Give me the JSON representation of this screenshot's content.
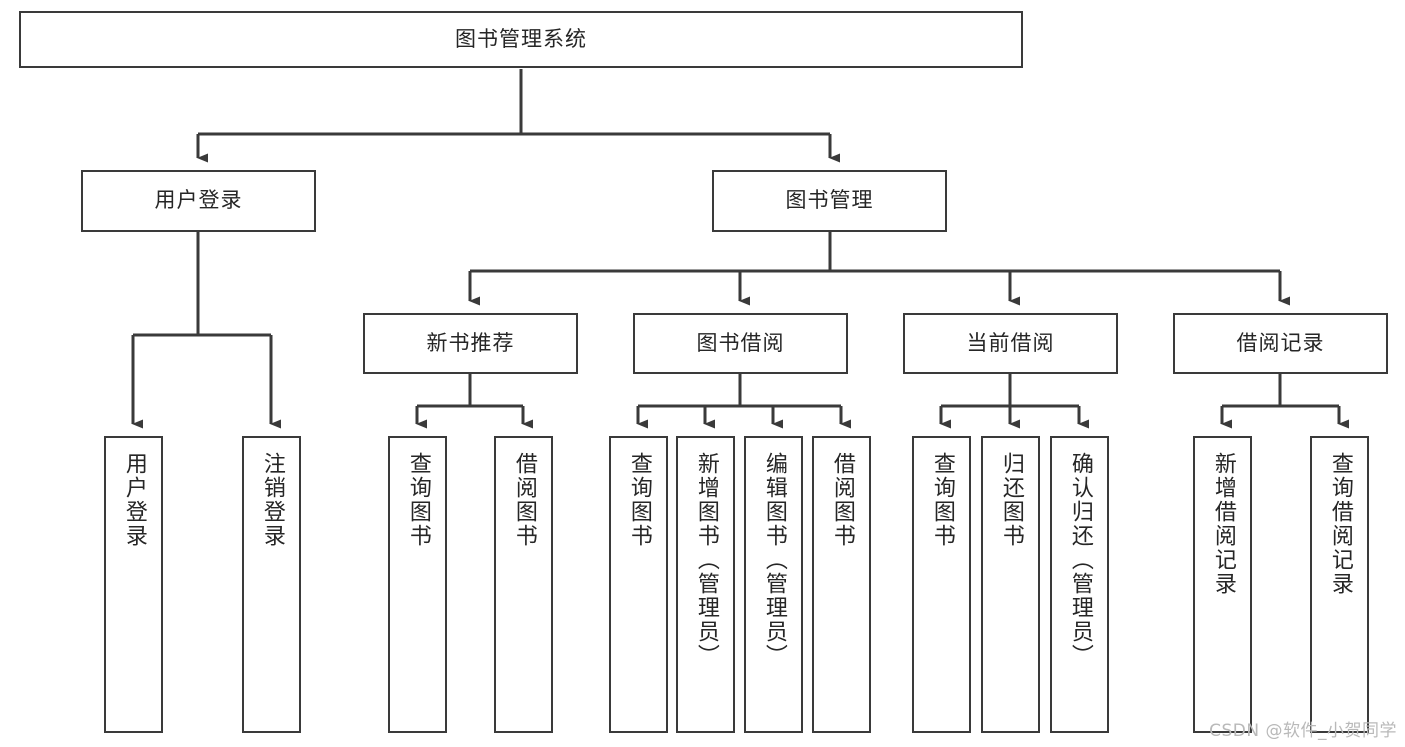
{
  "diagram": {
    "title": "图书管理系统",
    "watermark": "CSDN @软件_小贺同学",
    "colors": {
      "box_border": "#3a3a3a",
      "edge": "#3a3a3a",
      "text": "#262626",
      "background": "#ffffff",
      "watermark": "#b9b9b9"
    },
    "root": {
      "label": "图书管理系统"
    },
    "level2": [
      {
        "label": "用户登录"
      },
      {
        "label": "图书管理"
      }
    ],
    "level3": [
      {
        "label": "新书推荐"
      },
      {
        "label": "图书借阅"
      },
      {
        "label": "当前借阅"
      },
      {
        "label": "借阅记录"
      }
    ],
    "leaves": {
      "user_login": [
        {
          "label": "用户登录"
        },
        {
          "label": "注销登录"
        }
      ],
      "new_book_recommend": [
        {
          "label": "查询图书"
        },
        {
          "label": "借阅图书"
        }
      ],
      "book_borrow": [
        {
          "label": "查询图书"
        },
        {
          "label": "新增图书（管理员）"
        },
        {
          "label": "编辑图书（管理员）"
        },
        {
          "label": "借阅图书"
        }
      ],
      "current_borrow": [
        {
          "label": "查询图书"
        },
        {
          "label": "归还图书"
        },
        {
          "label": "确认归还（管理员）"
        }
      ],
      "borrow_record": [
        {
          "label": "新增借阅记录"
        },
        {
          "label": "查询借阅记录"
        }
      ]
    }
  }
}
